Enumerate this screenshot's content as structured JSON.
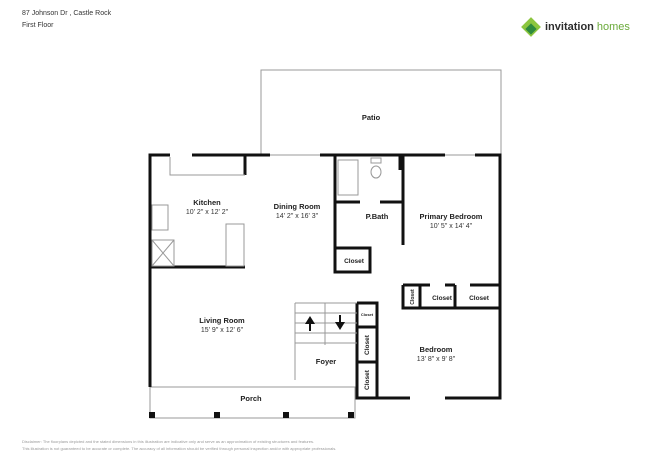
{
  "header": {
    "address": "87 Johnson Dr , Castle Rock",
    "floor": "First Floor"
  },
  "logo": {
    "word1": "invitation",
    "word2": "homes",
    "brand_color": "#6aaa3a"
  },
  "rooms": {
    "patio": {
      "name": "Patio"
    },
    "kitchen": {
      "name": "Kitchen",
      "dims": "10' 2\" x 12' 2\""
    },
    "dining": {
      "name": "Dining Room",
      "dims": "14' 2\" x 16' 3\""
    },
    "pbath": {
      "name": "P.Bath"
    },
    "primary": {
      "name": "Primary Bedroom",
      "dims": "10' 5\" x 14' 4\""
    },
    "closet": {
      "name": "Closet"
    },
    "living": {
      "name": "Living Room",
      "dims": "15' 9\" x 12' 6\""
    },
    "foyer": {
      "name": "Foyer"
    },
    "bedroom": {
      "name": "Bedroom",
      "dims": "13' 8\" x 9' 8\""
    },
    "porch": {
      "name": "Porch"
    }
  },
  "disclaimer": {
    "line1": "Disclaimer: The floorplans depicted and the stated dimensions in this illustration are indicative only and serve as an approximation of existing structures and features.",
    "line2": "This illustration is not guaranteed to be accurate or complete. The accuracy of all information should be verified through personal inspection and/or with appropriate professionals."
  }
}
